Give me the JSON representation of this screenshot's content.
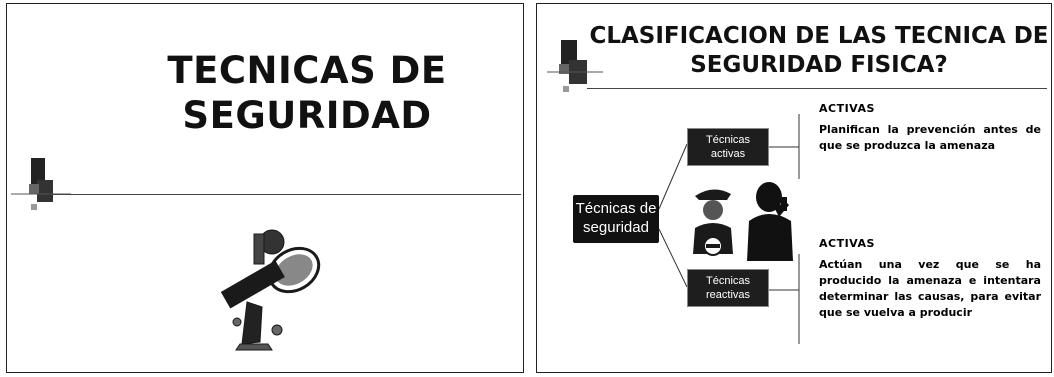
{
  "slide1": {
    "title_line1": "TECNICAS DE",
    "title_line2": "SEGURIDAD"
  },
  "slide2": {
    "title_line1": "CLASIFICACION DE LAS TECNICA DE",
    "title_line2": "SEGURIDAD FISICA?",
    "root_box": {
      "line1": "Técnicas de",
      "line2": "seguridad"
    },
    "active_box": {
      "line1": "Técnicas",
      "line2": "activas"
    },
    "reactive_box": {
      "line1": "Técnicas",
      "line2": "reactivas"
    },
    "active_section": {
      "heading": "ACTIVAS",
      "text": "Planifican la prevención antes de que se produzca la amenaza"
    },
    "reactive_section": {
      "heading": "ACTIVAS",
      "text": "Actúan una vez que se ha producido la amenaza e intentara determinar las causas, para evitar que se vuelva a producir"
    }
  }
}
